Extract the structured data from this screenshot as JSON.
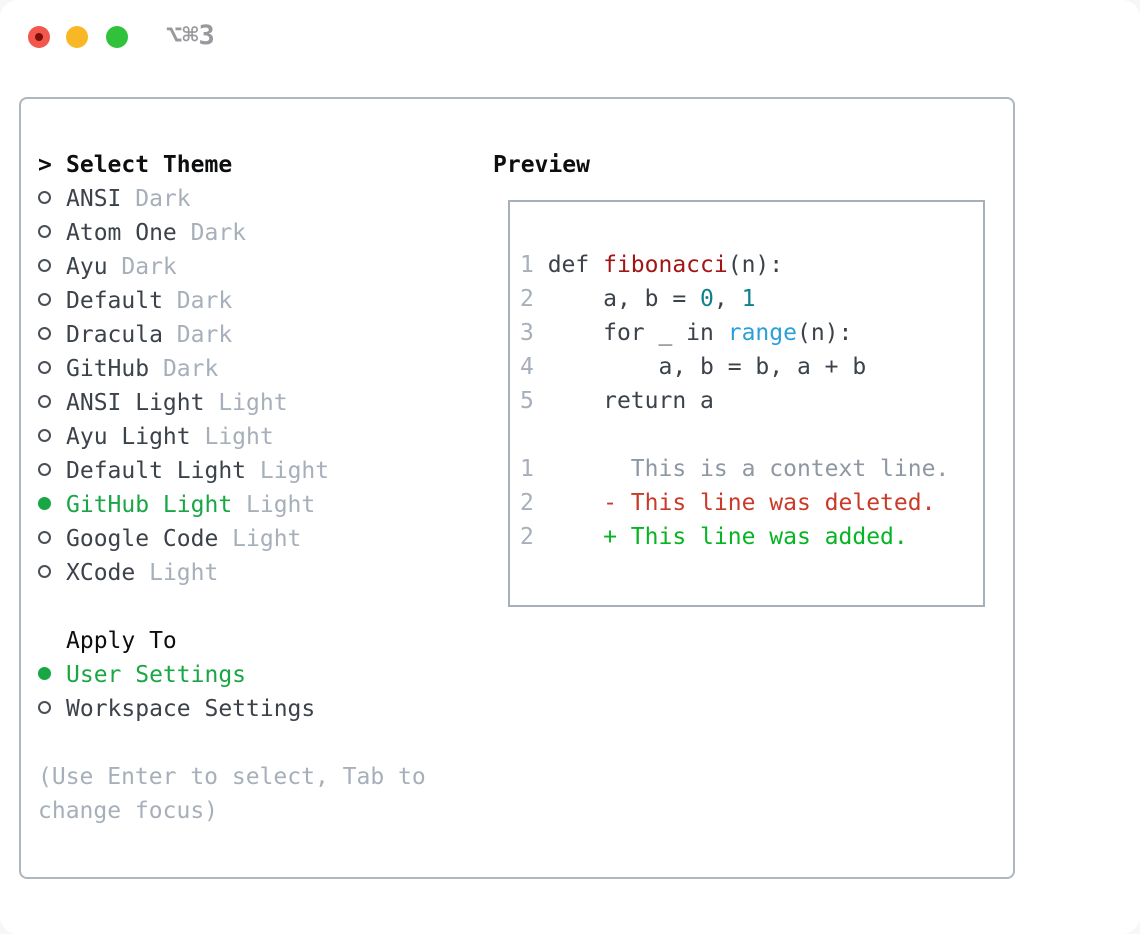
{
  "window": {
    "title": "⌥⌘3",
    "traffic_lights": [
      {
        "name": "close",
        "color": "#f2564c"
      },
      {
        "name": "minimize",
        "color": "#f8b826"
      },
      {
        "name": "zoom",
        "color": "#31c23c"
      }
    ]
  },
  "theme_picker": {
    "cursor": ">",
    "heading": "Select Theme",
    "items": [
      {
        "name": "ANSI",
        "variant": "Dark",
        "selected": false
      },
      {
        "name": "Atom One",
        "variant": "Dark",
        "selected": false
      },
      {
        "name": "Ayu",
        "variant": "Dark",
        "selected": false
      },
      {
        "name": "Default",
        "variant": "Dark",
        "selected": false
      },
      {
        "name": "Dracula",
        "variant": "Dark",
        "selected": false
      },
      {
        "name": "GitHub",
        "variant": "Dark",
        "selected": false
      },
      {
        "name": "ANSI Light",
        "variant": "Light",
        "selected": false
      },
      {
        "name": "Ayu Light",
        "variant": "Light",
        "selected": false
      },
      {
        "name": "Default Light",
        "variant": "Light",
        "selected": false
      },
      {
        "name": "GitHub Light",
        "variant": "Light",
        "selected": true
      },
      {
        "name": "Google Code",
        "variant": "Light",
        "selected": false
      },
      {
        "name": "XCode",
        "variant": "Light",
        "selected": false
      }
    ]
  },
  "apply_to": {
    "heading": "Apply To",
    "options": [
      {
        "label": "User Settings",
        "selected": true
      },
      {
        "label": "Workspace Settings",
        "selected": false
      }
    ]
  },
  "hint": {
    "lines": [
      "(Use Enter to select, Tab to",
      "change focus)"
    ]
  },
  "preview": {
    "heading": "Preview",
    "lines": [
      {
        "kind": "code",
        "segments": [
          {
            "text": "1 ",
            "style": "num"
          },
          {
            "text": "def ",
            "style": "plain"
          },
          {
            "text": "fibonacci",
            "style": "func"
          },
          {
            "text": "(n):",
            "style": "plain"
          }
        ]
      },
      {
        "kind": "code",
        "segments": [
          {
            "text": "2 ",
            "style": "num"
          },
          {
            "text": "    a, b = ",
            "style": "plain"
          },
          {
            "text": "0",
            "style": "numlit"
          },
          {
            "text": ", ",
            "style": "plain"
          },
          {
            "text": "1",
            "style": "numlit"
          }
        ]
      },
      {
        "kind": "code",
        "segments": [
          {
            "text": "3 ",
            "style": "num"
          },
          {
            "text": "    for _ in ",
            "style": "plain"
          },
          {
            "text": "range",
            "style": "builtin"
          },
          {
            "text": "(n):",
            "style": "plain"
          }
        ]
      },
      {
        "kind": "code",
        "segments": [
          {
            "text": "4 ",
            "style": "num"
          },
          {
            "text": "        a, b = b, a + b",
            "style": "plain"
          }
        ]
      },
      {
        "kind": "code",
        "segments": [
          {
            "text": "5 ",
            "style": "num"
          },
          {
            "text": "    return a",
            "style": "plain"
          }
        ]
      },
      {
        "kind": "blank",
        "segments": []
      },
      {
        "kind": "diff-context",
        "segments": [
          {
            "text": "1 ",
            "style": "num"
          },
          {
            "text": "      This is a context line.",
            "style": "context"
          }
        ]
      },
      {
        "kind": "diff-deleted",
        "segments": [
          {
            "text": "2 ",
            "style": "num"
          },
          {
            "text": "    ",
            "style": "plain"
          },
          {
            "text": "- This line was deleted.",
            "style": "deleted"
          }
        ]
      },
      {
        "kind": "diff-added",
        "segments": [
          {
            "text": "2 ",
            "style": "num"
          },
          {
            "text": "    ",
            "style": "plain"
          },
          {
            "text": "+ This line was added.",
            "style": "added"
          }
        ]
      }
    ]
  },
  "colors": {
    "heading-black": "#0d0e10",
    "text-dark": "#3c424a",
    "muted": "#a6afba",
    "selected-green": "#19a644",
    "added-green": "#06b523",
    "deleted-red": "#c93a28",
    "func-red": "#a31515",
    "number-teal": "#10818c",
    "builtin-blue": "#2aa0d8",
    "context-gray": "#8e97a2",
    "panel-border": "#aeb6be",
    "box-border": "#a7afb8",
    "title-gray": "#98999d",
    "radio-border": "#4a5058",
    "light-red": "#f2564c",
    "light-yellow": "#f8b826",
    "light-green": "#31c23c",
    "close-dot": "#7c1007"
  }
}
